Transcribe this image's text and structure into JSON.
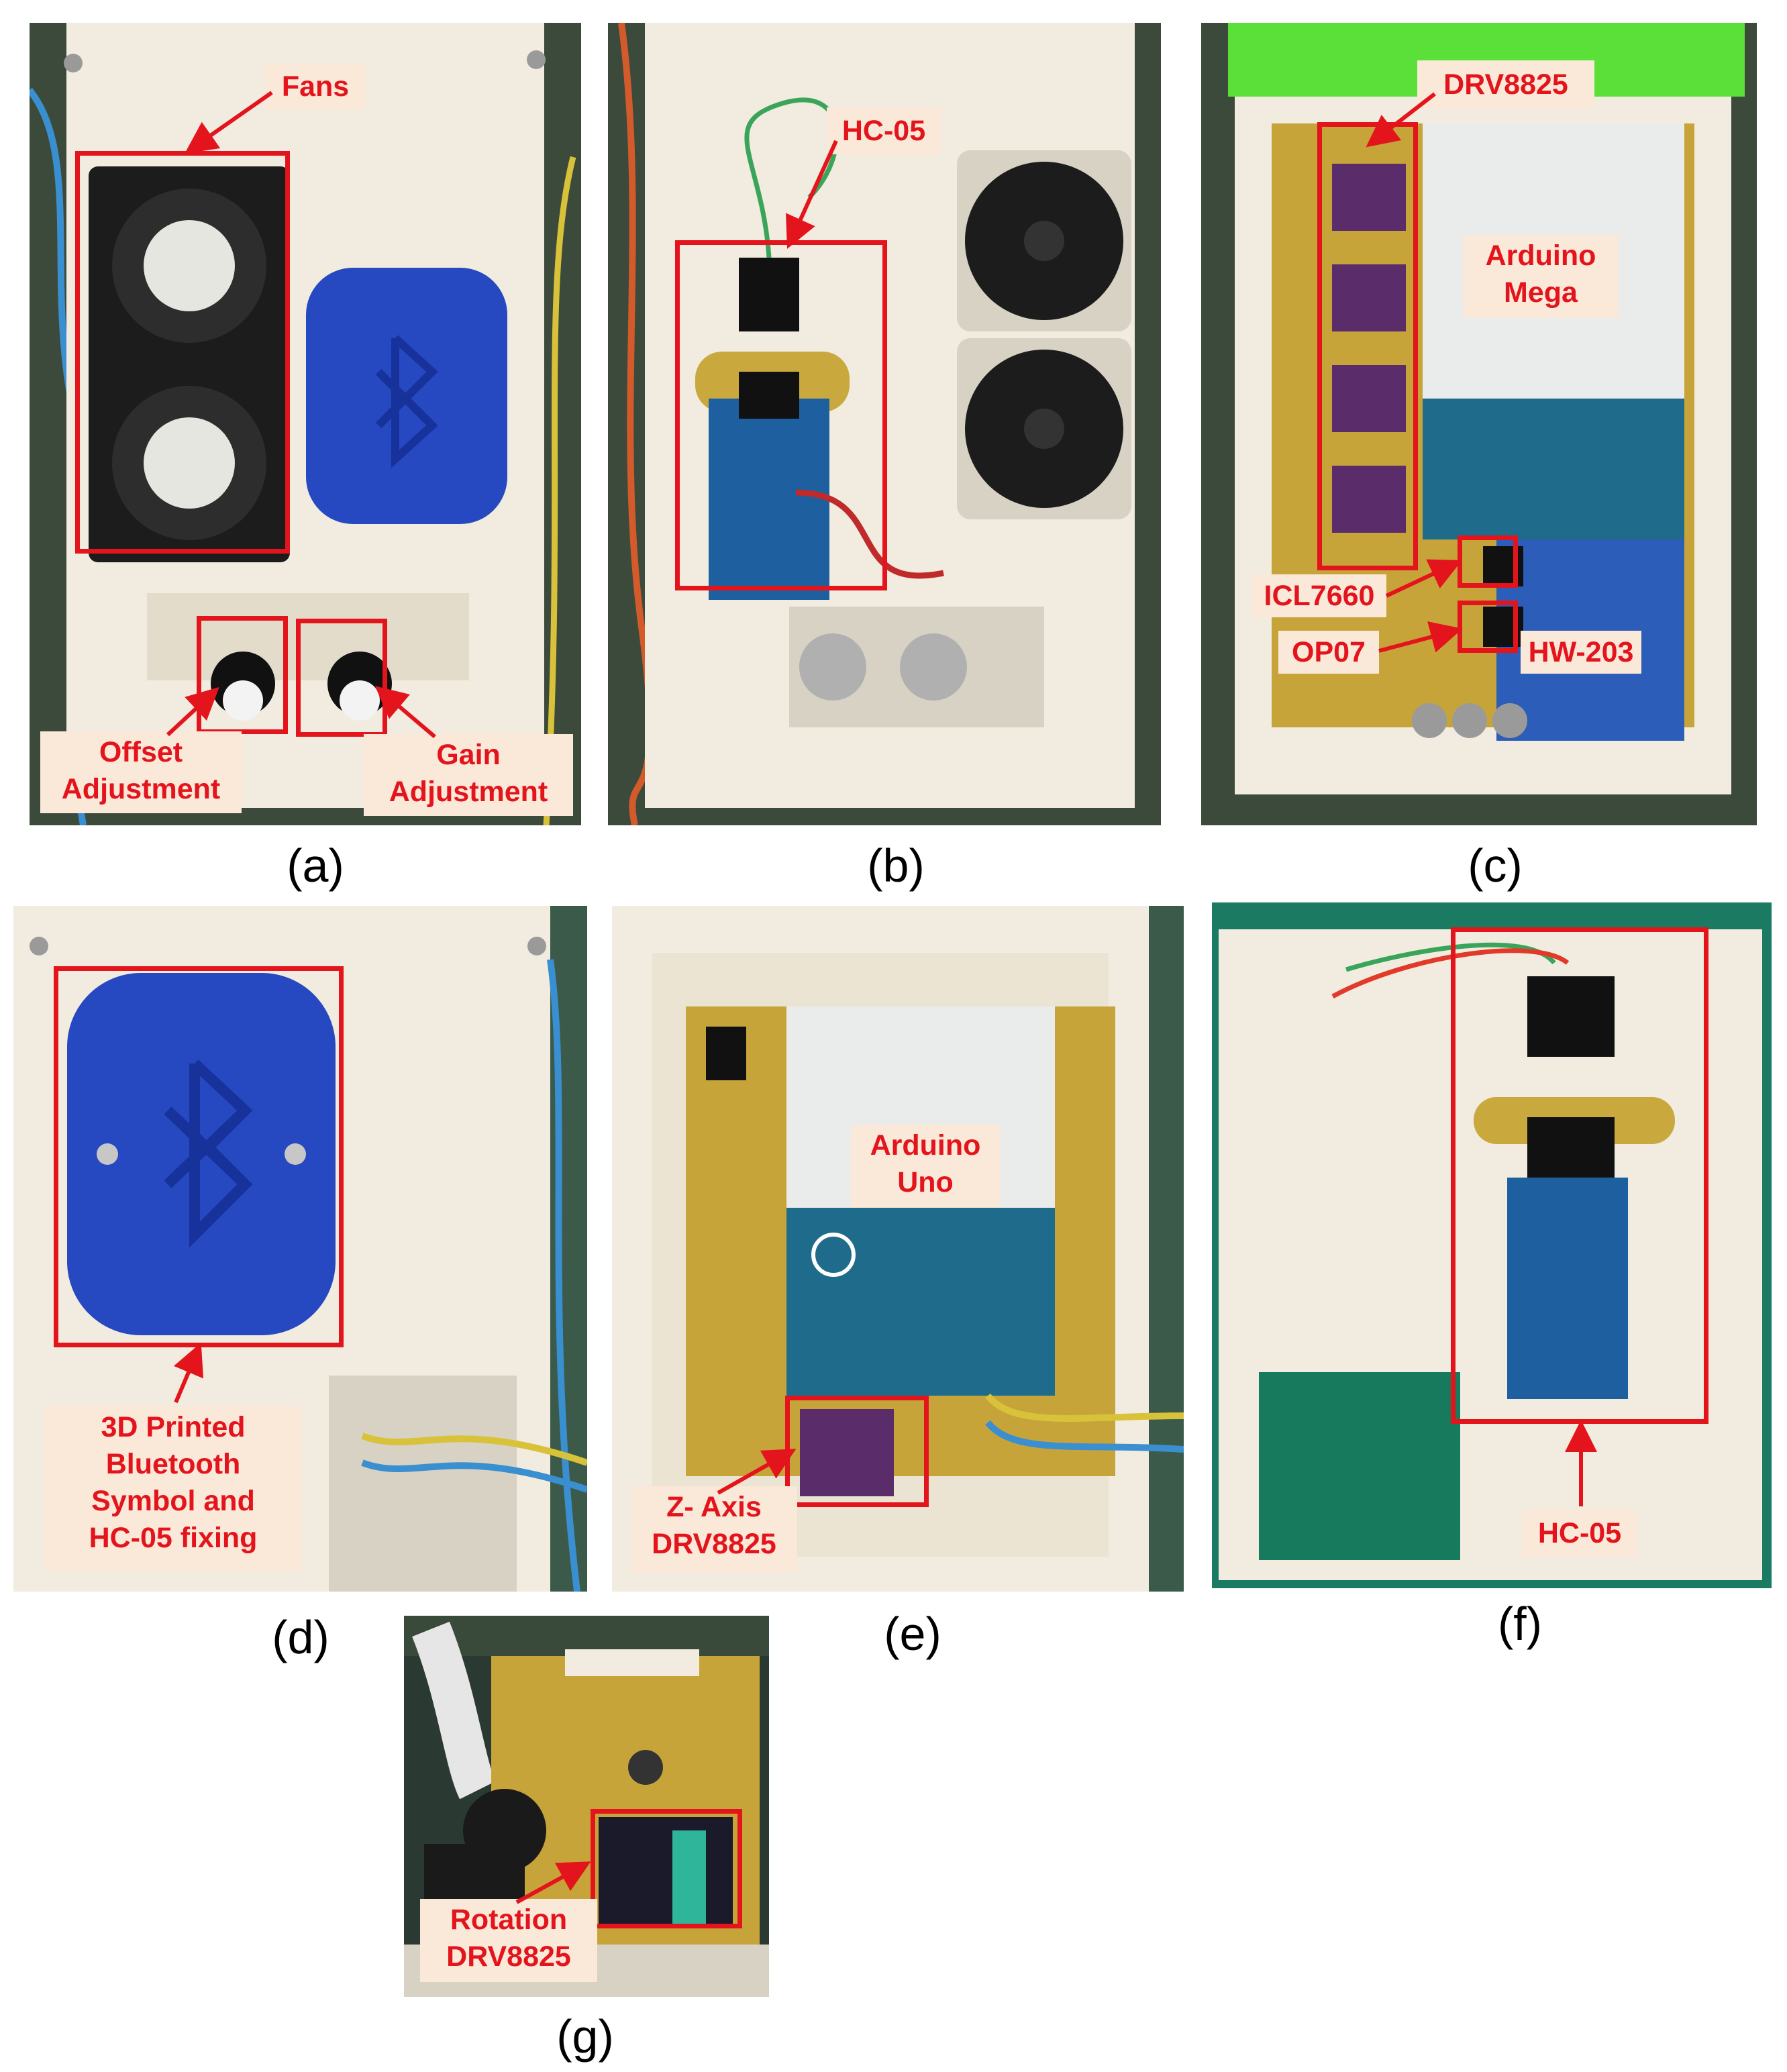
{
  "panels": {
    "a": {
      "caption": "(a)",
      "labels": {
        "fans": "Fans",
        "offset": "Offset\nAdjustment",
        "gain": "Gain\nAdjustment"
      }
    },
    "b": {
      "caption": "(b)",
      "labels": {
        "hc05": "HC-05"
      }
    },
    "c": {
      "caption": "(c)",
      "labels": {
        "drv": "DRV8825",
        "mega": "Arduino\nMega",
        "icl": "ICL7660",
        "op07": "OP07",
        "hw203": "HW-203"
      }
    },
    "d": {
      "caption": "(d)",
      "labels": {
        "bt": "3D Printed\nBluetooth\nSymbol and\nHC-05 fixing"
      }
    },
    "e": {
      "caption": "(e)",
      "labels": {
        "uno": "Arduino\nUno",
        "zaxis": "Z- Axis\nDRV8825"
      }
    },
    "f": {
      "caption": "(f)",
      "labels": {
        "hc05": "HC-05"
      }
    },
    "g": {
      "caption": "(g)",
      "labels": {
        "rotation": "Rotation\nDRV8825"
      }
    }
  },
  "colors": {
    "annotation": "#e4141c",
    "label_bg": "#fae8d8",
    "enclosure": "#f1ecdf",
    "bluetooth_blue": "#2648c0",
    "arduino_blue": "#1f6b8c",
    "pcb_green": "#14705a",
    "fan_black": "#1c1c1c",
    "lid_green": "#5be03a"
  }
}
